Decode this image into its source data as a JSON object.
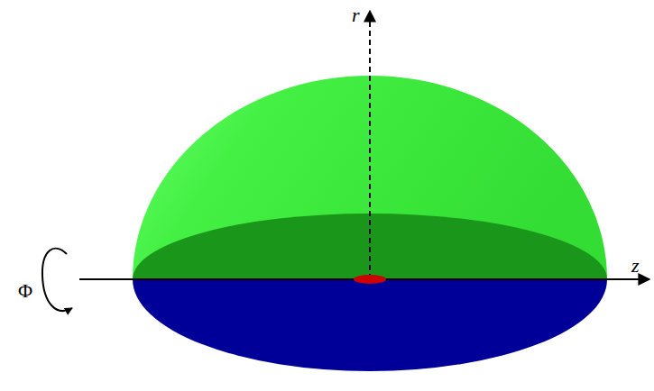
{
  "diagram": {
    "labels": [
      "r",
      "z",
      "Φ"
    ]
  }
}
